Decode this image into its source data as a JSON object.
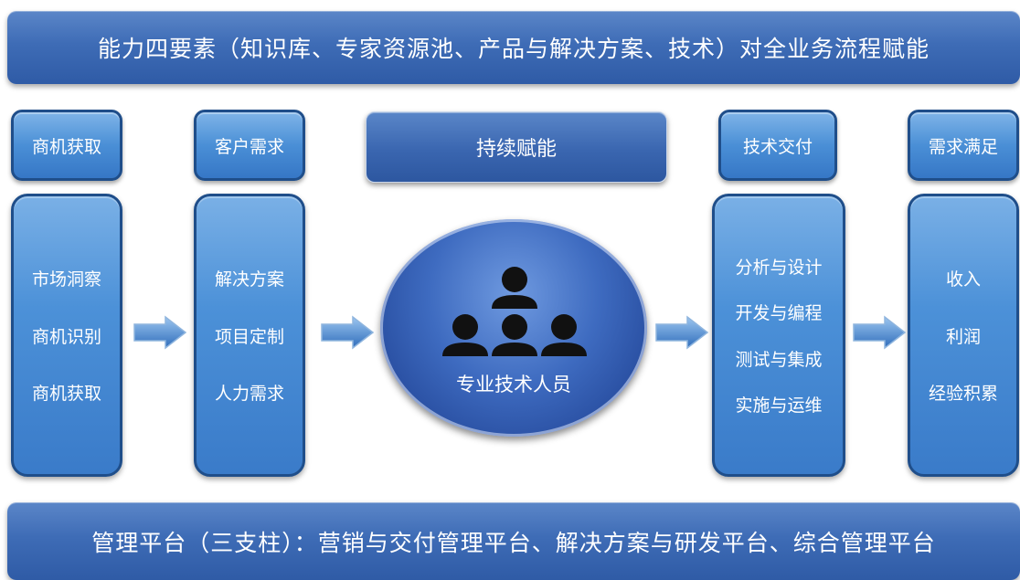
{
  "top_banner": "能力四要素（知识库、专家资源池、产品与解决方案、技术）对全业务流程赋能",
  "columns": [
    {
      "header": "商机获取",
      "items": [
        "市场洞察",
        "商机识别",
        "商机获取"
      ]
    },
    {
      "header": "客户需求",
      "items": [
        "解决方案",
        "项目定制",
        "人力需求"
      ]
    },
    {
      "header": "技术交付",
      "items": [
        "分析与设计",
        "开发与编程",
        "测试与集成",
        "实施与运维"
      ]
    },
    {
      "header": "需求满足",
      "items": [
        "收入",
        "利润",
        "经验积累"
      ]
    }
  ],
  "center": {
    "header": "持续赋能",
    "label": "专业技术人员",
    "icon": "people-group-icon"
  },
  "bottom_banner": "管理平台（三支柱）：营销与交付管理平台、解决方案与研发平台、综合管理平台",
  "colors": {
    "banner": "#3e6cb6",
    "box": "#4a8fd6",
    "border": "#1f4e8a",
    "icon": "#1a1a1a"
  }
}
